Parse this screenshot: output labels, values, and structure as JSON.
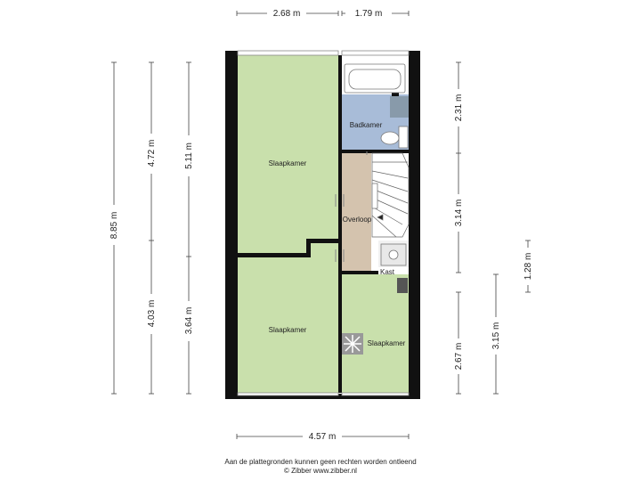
{
  "rooms": {
    "slaapkamer_top": "Slaapkamer",
    "slaapkamer_bottom": "Slaapkamer",
    "slaapkamer_small": "Slaapkamer",
    "badkamer": "Badkamer",
    "overloop": "Overloop",
    "kast": "Kast"
  },
  "dimensions": {
    "top_left": "2.68 m",
    "top_right": "1.79 m",
    "bottom_total": "4.57 m",
    "left_total": "8.85 m",
    "left_upper_a": "4.72 m",
    "left_lower_a": "4.03 m",
    "left_upper_b": "5.11 m",
    "left_lower_b": "3.64 m",
    "right_bath": "2.31 m",
    "right_stairs": "3.14 m",
    "right_small_room": "2.67 m",
    "right_outer": "3.15 m",
    "right_side": "1.28 m"
  },
  "footer": {
    "line1": "Aan de plattegronden kunnen geen rechten worden ontleend",
    "line2": "© Zibber www.zibber.nl"
  },
  "colors": {
    "bedroom": "#c9e0ac",
    "bathroom": "#a8bcd8",
    "landing": "#d4c3ae",
    "wall": "#111111"
  }
}
